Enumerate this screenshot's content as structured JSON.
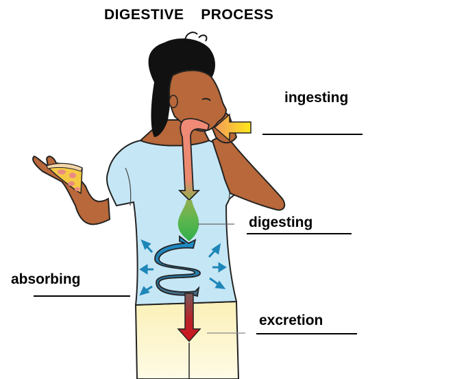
{
  "title": "DIGESTIVE  PROCESS",
  "labels": {
    "ingesting": "ingesting",
    "digesting": "digesting",
    "absorbing": "absorbing",
    "excretion": "excretion"
  },
  "figure": {
    "subject": "person eating pizza with digestive tract overlay",
    "held_item": "pizza slice",
    "stages": [
      "ingesting",
      "digesting",
      "absorbing",
      "excretion"
    ]
  },
  "colors": {
    "skin": "#b8683a",
    "hair": "#111111",
    "shirt": "#c5e6f5",
    "pants": "#fbf3c4",
    "esophagus_top": "#f08a78",
    "stomach": "#3fae4a",
    "intestine": "#1f86b8",
    "rectum": "#c4161c",
    "ingest_arrow_start": "#f5a05a",
    "ingest_arrow_end": "#fde31a",
    "absorb_arrows": "#1e86b8"
  }
}
